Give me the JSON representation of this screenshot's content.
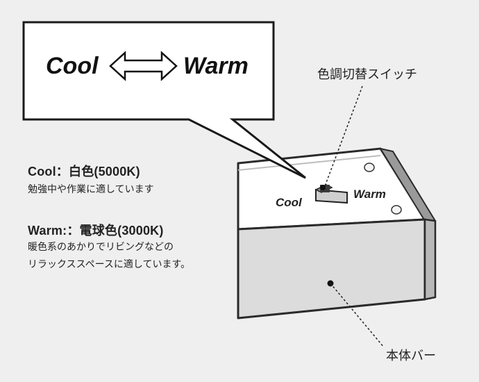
{
  "callout": {
    "left_label": "Cool",
    "right_label": "Warm"
  },
  "device": {
    "switch_left_label": "Cool",
    "switch_right_label": "Warm"
  },
  "annotations": {
    "switch_label": "色調切替スイッチ",
    "body_label": "本体バー"
  },
  "modes": [
    {
      "title": "Cool：白色(5000K)",
      "description_lines": [
        "勉強中や作業に適しています"
      ]
    },
    {
      "title": "Warm:：電球色(3000K)",
      "description_lines": [
        "暖色系のあかりでリビングなどの",
        "リラックススペースに適しています。"
      ]
    }
  ],
  "colors": {
    "background": "#efefef",
    "bar_face": "#dcdcdc",
    "top_face": "#ffffff",
    "outline": "#2a2a2a"
  }
}
